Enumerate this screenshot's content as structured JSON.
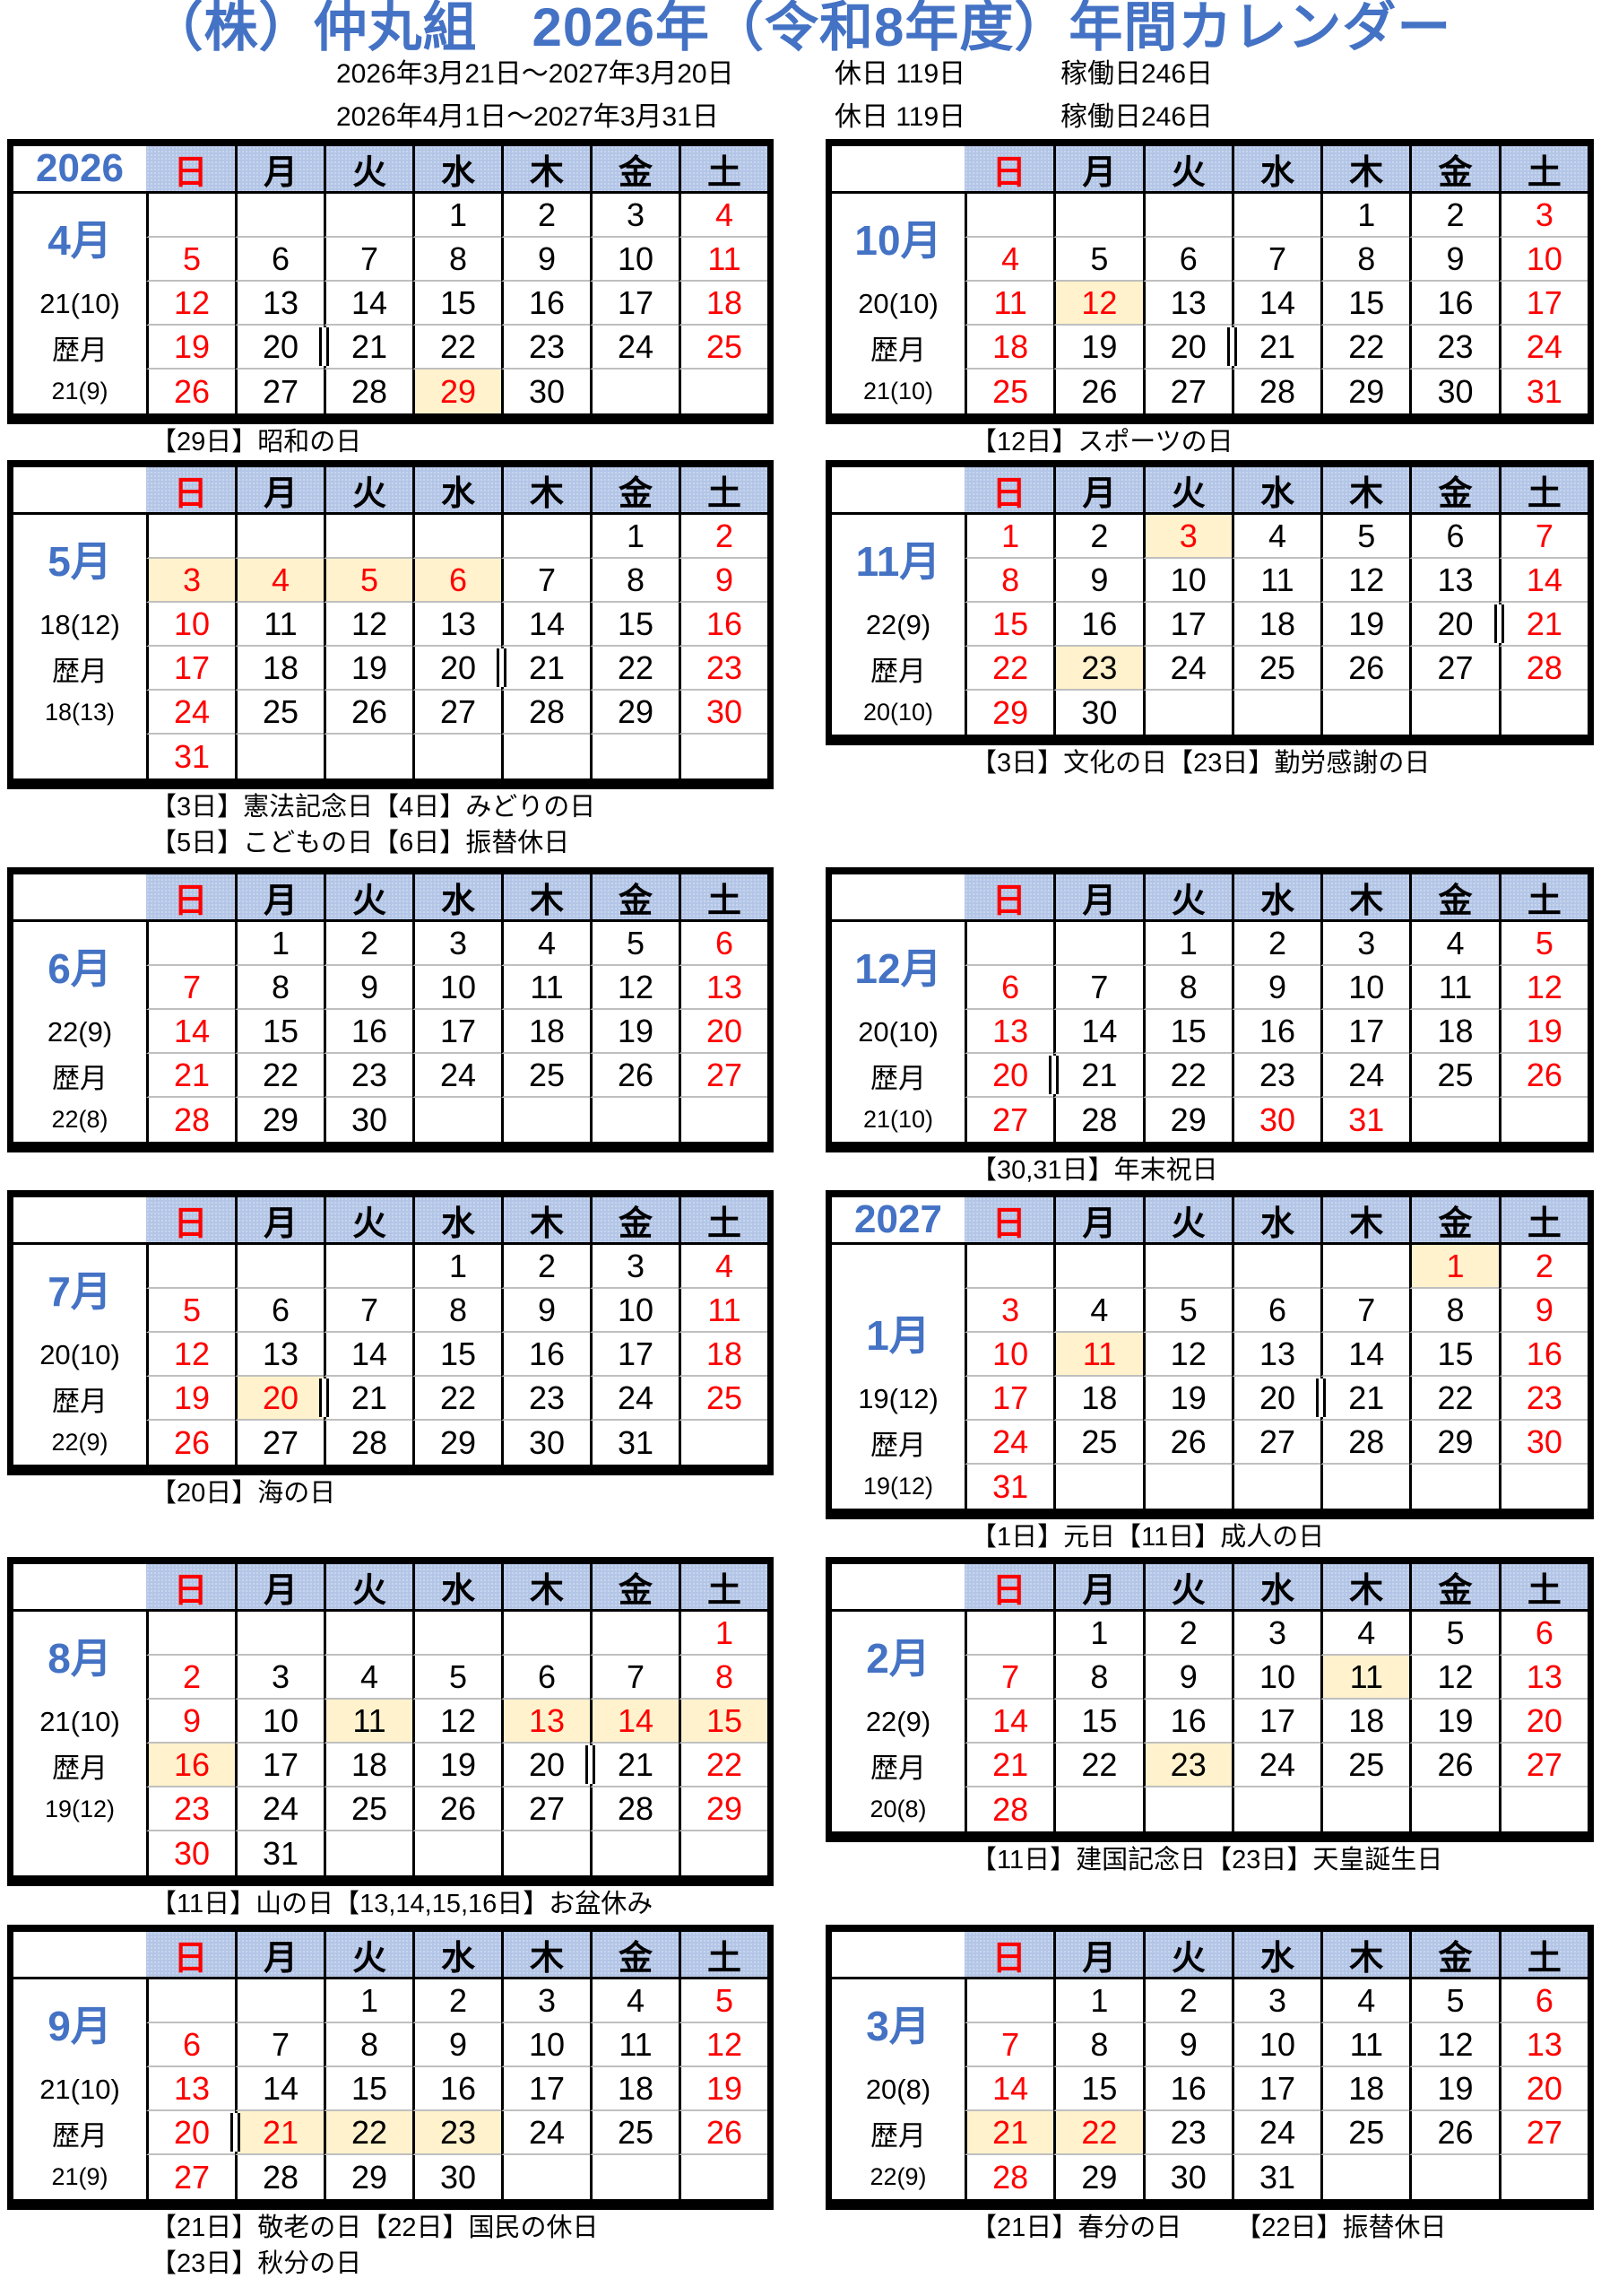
{
  "title": "（株）仲丸組　2026年（令和8年度）年間カレンダー",
  "summary": [
    {
      "period": "2026年3月21日～2027年3月20日",
      "holidays": "休日 119日",
      "workdays": "稼働日246日"
    },
    {
      "period": "2026年4月1日～2027年3月31日",
      "holidays": "休日 119日",
      "workdays": "稼働日246日"
    }
  ],
  "days_of_week": [
    "日",
    "月",
    "火",
    "水",
    "木",
    "金",
    "土"
  ],
  "cutoff_day": 21,
  "colors": {
    "accent": "#4472C4",
    "header_bg": "#B4C6E7",
    "holiday_red": "#FF0000",
    "holiday_bg": "#FFF2CC"
  },
  "months": [
    {
      "year": "2026",
      "label": "4月",
      "stat1": "21(10)",
      "stat_label": "歴月",
      "stat2": "21(9)",
      "first_weekday": 3,
      "days": 30,
      "red_days": [
        29
      ],
      "highlight_days": [
        29
      ],
      "notes": [
        [
          "【29日】昭和の日"
        ]
      ]
    },
    {
      "year": "",
      "label": "5月",
      "stat1": "18(12)",
      "stat_label": "歴月",
      "stat2": "18(13)",
      "first_weekday": 5,
      "days": 31,
      "red_days": [
        3,
        4,
        5,
        6
      ],
      "highlight_days": [
        3,
        4,
        5,
        6
      ],
      "notes": [
        [
          "【3日】憲法記念日【4日】みどりの日"
        ],
        [
          "【5日】こどもの日【6日】振替休日"
        ]
      ]
    },
    {
      "year": "",
      "label": "6月",
      "stat1": "22(9)",
      "stat_label": "歴月",
      "stat2": "22(8)",
      "first_weekday": 1,
      "days": 30,
      "red_days": [],
      "highlight_days": [],
      "notes": []
    },
    {
      "year": "",
      "label": "7月",
      "stat1": "20(10)",
      "stat_label": "歴月",
      "stat2": "22(9)",
      "first_weekday": 3,
      "days": 31,
      "red_days": [
        20
      ],
      "highlight_days": [
        20
      ],
      "notes": [
        [
          "【20日】海の日"
        ]
      ]
    },
    {
      "year": "",
      "label": "8月",
      "stat1": "21(10)",
      "stat_label": "歴月",
      "stat2": "19(12)",
      "first_weekday": 6,
      "days": 31,
      "red_days": [
        13,
        14
      ],
      "highlight_days": [
        11,
        13,
        14,
        15,
        16
      ],
      "notes": [
        [
          "【11日】山の日【13,14,15,16日】お盆休み"
        ]
      ]
    },
    {
      "year": "",
      "label": "9月",
      "stat1": "21(10)",
      "stat_label": "歴月",
      "stat2": "21(9)",
      "first_weekday": 2,
      "days": 30,
      "red_days": [
        21
      ],
      "highlight_days": [
        21,
        22,
        23
      ],
      "notes": [
        [
          "【21日】敬老の日【22日】国民の休日"
        ],
        [
          "【23日】秋分の日"
        ]
      ]
    },
    {
      "year": "",
      "label": "10月",
      "stat1": "20(10)",
      "stat_label": "歴月",
      "stat2": "21(10)",
      "first_weekday": 4,
      "days": 31,
      "red_days": [
        12
      ],
      "highlight_days": [
        12
      ],
      "notes": [
        [
          "【12日】スポーツの日"
        ]
      ]
    },
    {
      "year": "",
      "label": "11月",
      "stat1": "22(9)",
      "stat_label": "歴月",
      "stat2": "20(10)",
      "first_weekday": 0,
      "days": 30,
      "red_days": [
        3
      ],
      "highlight_days": [
        3,
        23
      ],
      "notes": [
        [
          "【3日】文化の日【23日】勤労感謝の日"
        ]
      ]
    },
    {
      "year": "",
      "label": "12月",
      "stat1": "20(10)",
      "stat_label": "歴月",
      "stat2": "21(10)",
      "first_weekday": 2,
      "days": 31,
      "red_days": [
        30,
        31
      ],
      "highlight_days": [],
      "notes": [
        [
          "【30,31日】年末祝日"
        ]
      ]
    },
    {
      "year": "2027",
      "label": "1月",
      "stat1": "19(12)",
      "stat_label": "歴月",
      "stat2": "19(12)",
      "first_weekday": 5,
      "days": 31,
      "red_days": [
        1,
        11
      ],
      "highlight_days": [
        1,
        11
      ],
      "notes": [
        [
          "【1日】元日【11日】成人の日"
        ]
      ]
    },
    {
      "year": "",
      "label": "2月",
      "stat1": "22(9)",
      "stat_label": "歴月",
      "stat2": "20(8)",
      "first_weekday": 1,
      "days": 28,
      "red_days": [],
      "highlight_days": [
        11,
        23
      ],
      "notes": [
        [
          "【11日】建国記念日【23日】天皇誕生日"
        ]
      ]
    },
    {
      "year": "",
      "label": "3月",
      "stat1": "20(8)",
      "stat_label": "歴月",
      "stat2": "22(9)",
      "first_weekday": 1,
      "days": 31,
      "red_days": [
        22
      ],
      "highlight_days": [
        21,
        22
      ],
      "notes": [
        [
          "【21日】春分の日",
          "【22日】振替休日"
        ]
      ]
    }
  ]
}
